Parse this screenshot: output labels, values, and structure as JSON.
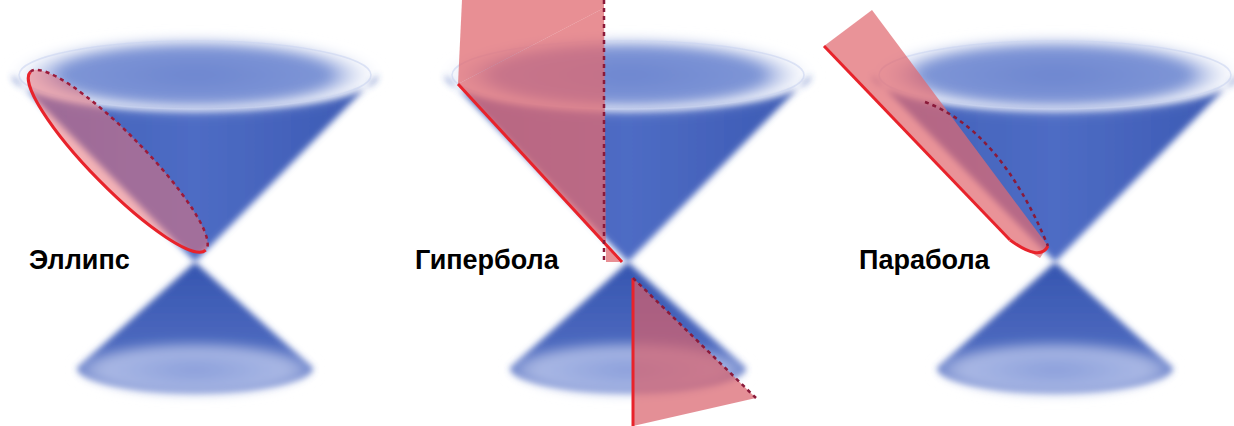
{
  "diagram": {
    "labels": [
      "Эллипс",
      "Гипербола",
      "Парабола"
    ]
  }
}
